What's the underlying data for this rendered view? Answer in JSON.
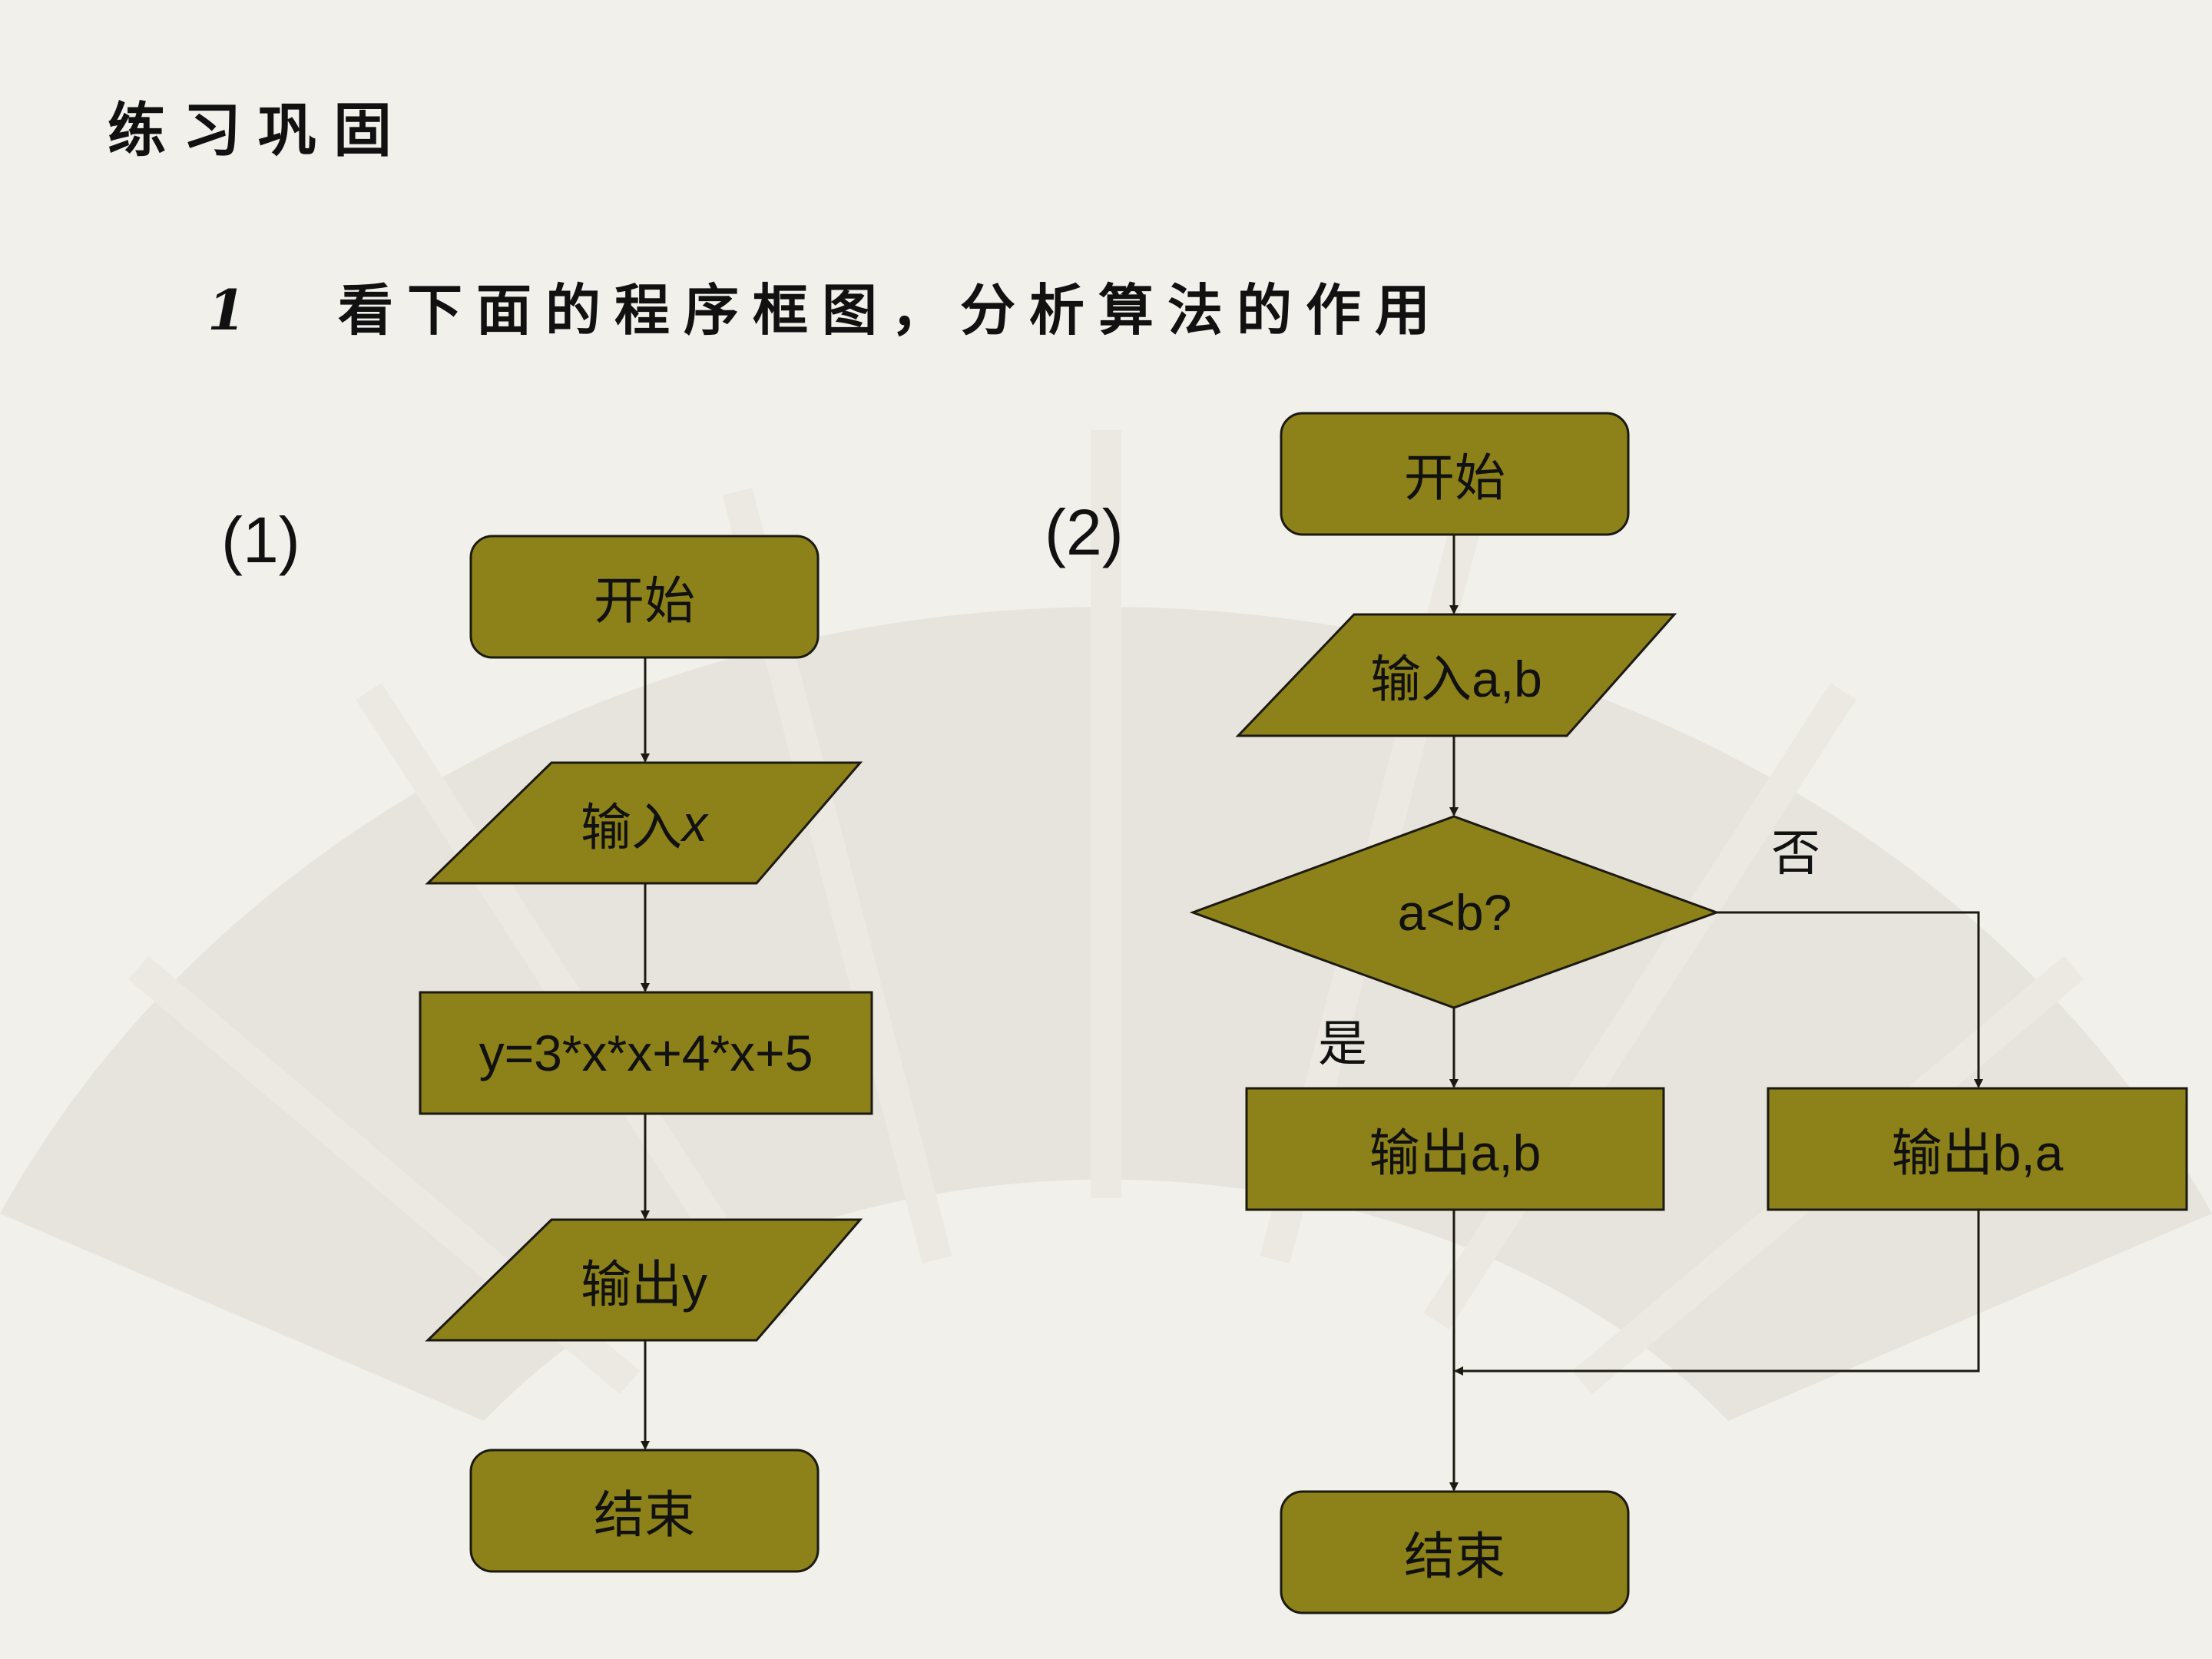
{
  "slide": {
    "title": "练习巩固",
    "question_number": "1",
    "question_text": "看下面的程序框图，分析算法的作用"
  },
  "diagram1": {
    "label": "(1)",
    "start": "开始",
    "input_prefix": "输入",
    "input_var": "x",
    "process": "y=3*x*x+4*x+5",
    "output": "输出y",
    "end": "结束"
  },
  "diagram2": {
    "label": "(2)",
    "start": "开始",
    "input": "输入a,b",
    "decision": "a<b?",
    "yes_label": "是",
    "no_label": "否",
    "output_yes": "输出a,b",
    "output_no": "输出b,a",
    "end": "结束"
  },
  "colors": {
    "node_fill": "#8d8219",
    "stroke": "#1c1a10",
    "background": "#f1f0ea",
    "fan": "#e5e3da"
  }
}
